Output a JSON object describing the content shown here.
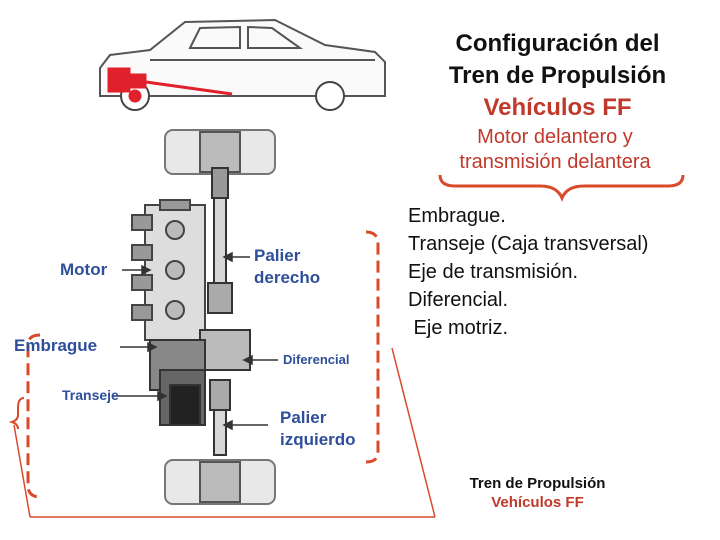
{
  "title": {
    "line1": "Configuración del",
    "line2": "Tren de Propulsión",
    "line3": "Vehículos  FF"
  },
  "subtitle": {
    "line1": "Motor delantero y",
    "line2": "transmisión delantera"
  },
  "components": [
    "Embrague.",
    "Transeje (Caja transversal)",
    "Eje de transmisión.",
    "Diferencial.",
    " Eje motriz."
  ],
  "diagram_labels": {
    "motor": "Motor",
    "embrague": "Embrague",
    "transeje": "Transeje",
    "palier_derecho_1": "Palier",
    "palier_derecho_2": "derecho",
    "diferencial": "Diferencial",
    "palier_izquierdo_1": "Palier",
    "palier_izquierdo_2": "izquierdo"
  },
  "caption": {
    "line1": "Tren de Propulsión",
    "line2": "Vehículos  FF"
  },
  "colors": {
    "accent_red": "#c0392b",
    "label_blue": "#2f4f9a",
    "bracket_red": "#d94a2b"
  }
}
